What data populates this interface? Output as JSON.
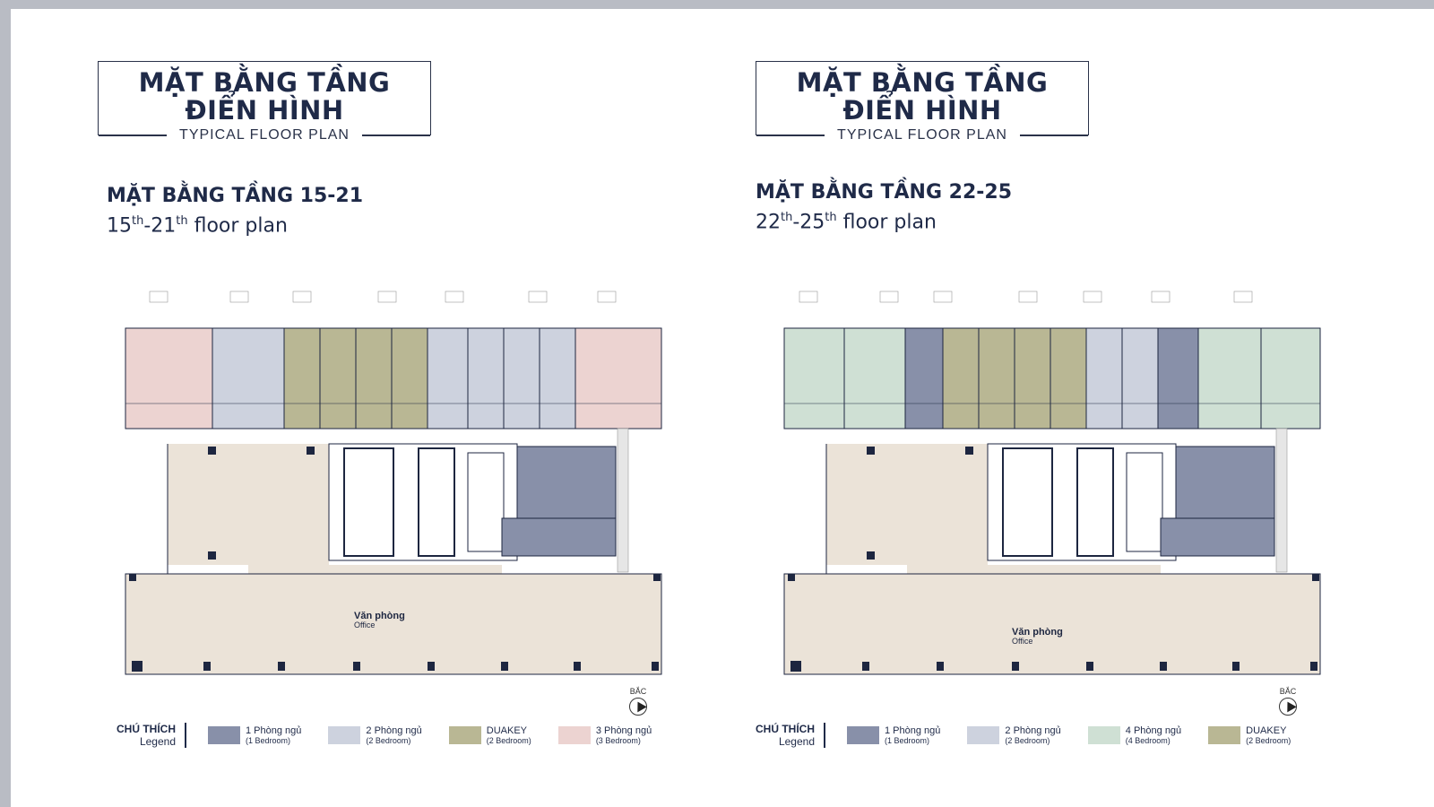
{
  "colors": {
    "one_bed": "#8890a9",
    "two_bed": "#cdd2de",
    "duakey": "#b9b794",
    "three_bed": "#ecd3d1",
    "four_bed": "#cfe0d4",
    "office": "#ebe3d8",
    "wall": "#1d2640"
  },
  "left": {
    "title_line1": "MẶT BẰNG TẦNG",
    "title_line2": "ĐIỂN HÌNH",
    "title_sub": "TYPICAL FLOOR PLAN",
    "floor_vi": "MẶT BẰNG TẦNG 15-21",
    "floor_en_a": "15",
    "floor_en_a_sup": "th",
    "floor_en_b": "-21",
    "floor_en_b_sup": "th",
    "floor_en_c": " floor plan",
    "office_vi": "Văn phòng",
    "office_en": "Office",
    "north": "BẮC",
    "legend_title": "CHÚ THÍCH",
    "legend_sub": "Legend",
    "legend": [
      {
        "a": "1 Phòng ngủ",
        "b": "(1 Bedroom)",
        "color": "#8890a9"
      },
      {
        "a": "2 Phòng ngủ",
        "b": "(2 Bedroom)",
        "color": "#cdd2de"
      },
      {
        "a": "DUAKEY",
        "b": "(2 Bedroom)",
        "color": "#b9b794"
      },
      {
        "a": "3 Phòng ngủ",
        "b": "(3 Bedroom)",
        "color": "#ecd3d1"
      }
    ]
  },
  "right": {
    "title_line1": "MẶT BẰNG TẦNG",
    "title_line2": "ĐIỂN HÌNH",
    "title_sub": "TYPICAL FLOOR PLAN",
    "floor_vi": "MẶT BẰNG TẦNG 22-25",
    "floor_en_a": "22",
    "floor_en_a_sup": "th",
    "floor_en_b": "-25",
    "floor_en_b_sup": "th",
    "floor_en_c": " floor plan",
    "office_vi": "Văn phòng",
    "office_en": "Office",
    "north": "BẮC",
    "legend_title": "CHÚ THÍCH",
    "legend_sub": "Legend",
    "legend": [
      {
        "a": "1 Phòng ngủ",
        "b": "(1 Bedroom)",
        "color": "#8890a9"
      },
      {
        "a": "2 Phòng ngủ",
        "b": "(2 Bedroom)",
        "color": "#cdd2de"
      },
      {
        "a": "4 Phòng ngủ",
        "b": "(4 Bedroom)",
        "color": "#cfe0d4"
      },
      {
        "a": "DUAKEY",
        "b": "(2 Bedroom)",
        "color": "#b9b794"
      }
    ]
  }
}
